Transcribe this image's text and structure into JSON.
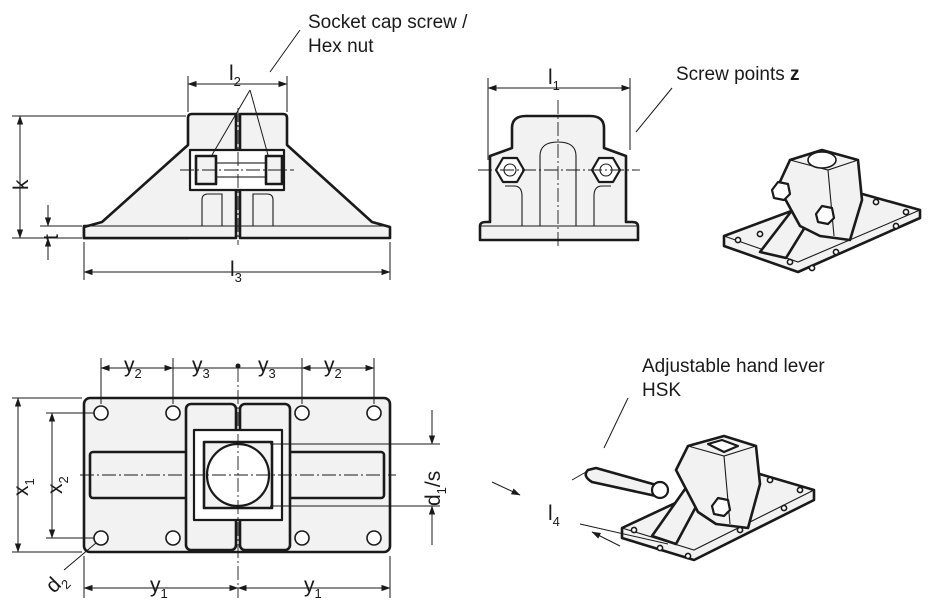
{
  "callouts": {
    "screw_line1": "Socket cap screw /",
    "screw_line2": "Hex nut",
    "screw_points_text": "Screw points ",
    "screw_points_symbol": "z",
    "lever_line1": "Adjustable hand lever",
    "lever_line2": "HSK"
  },
  "dimensions": {
    "l2": {
      "base": "l",
      "sub": "2"
    },
    "l1": {
      "base": "l",
      "sub": "1"
    },
    "l3": {
      "base": "l",
      "sub": "3"
    },
    "l4": {
      "base": "l",
      "sub": "4"
    },
    "k": "k",
    "t": "t",
    "y2": {
      "base": "y",
      "sub": "2"
    },
    "y3": {
      "base": "y",
      "sub": "3"
    },
    "y1": {
      "base": "y",
      "sub": "1"
    },
    "x1": {
      "base": "x",
      "sub": "1"
    },
    "x2": {
      "base": "x",
      "sub": "2"
    },
    "d1s": {
      "base": "d",
      "sub": "1",
      "suffix": "/s"
    },
    "d2": {
      "base": "d",
      "sub": "2"
    }
  }
}
